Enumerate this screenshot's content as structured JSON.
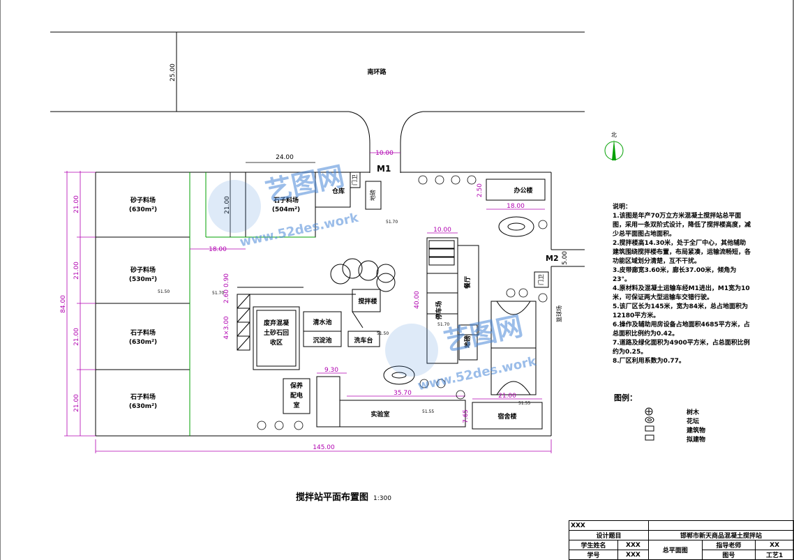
{
  "drawing": {
    "road_name": "南环路",
    "road_width": "25.00",
    "gate_width": "10.00",
    "gate1": "M1",
    "gate2": "M2",
    "gate2_width": "5.00",
    "site_length": "145.00",
    "site_depth": "84.00",
    "title": "搅拌站平面布置图",
    "scale": "1:300",
    "north": "北"
  },
  "yards": [
    {
      "name": "砂子料场",
      "area": "(630m²)",
      "dim": "21.00"
    },
    {
      "name": "砂子料场",
      "area": "(530m²)",
      "dim": "21.00"
    },
    {
      "name": "石子料场",
      "area": "(630m²)",
      "dim": "21.00"
    },
    {
      "name": "石子料场",
      "area": "(630m²)",
      "dim": "21.00"
    }
  ],
  "buildings": {
    "stone_yard": "石子料场",
    "stone_yard_area": "(504m²)",
    "stone_yard_width": "24.00",
    "stone_yard_depth": "21.00",
    "stone_yard_offset": "18.00",
    "warehouse": "仓库",
    "guard1": "门卫",
    "weigh": "地磅",
    "office": "办公楼",
    "office_width": "18.00",
    "office_depth": "2.50",
    "mixer": "搅拌楼",
    "parking": "停车场",
    "parking_width": "10.00",
    "parking_depth": "40.00",
    "canteen": "餐厅",
    "weigh2": "地磅",
    "guard2": "门卫",
    "court": "篮球场",
    "clear_pool": "清水池",
    "sediment": "沉淀池",
    "wash": "洗车台",
    "recycle": "废弃混凝土砂石回收区",
    "recycle_dim": "4×3.00",
    "lab": "实验室",
    "lab_width": "9.30",
    "lab_length": "35.70",
    "dorm": "宿舍楼",
    "dorm_width": "21.00",
    "dorm_depth": "7.65",
    "boiler": "保养配电室",
    "dim_260": "2.60",
    "dim_090": "0.90"
  },
  "elevations": [
    "51.70",
    "51.50",
    "51.70",
    "51.70",
    "51.50",
    "51.55",
    "51.55"
  ],
  "notes": {
    "heading": "说明：",
    "items": [
      "1.该图是年产70万立方米混凝土搅拌站总平面图，采用一条双阶式设计，降低了搅拌楼高度，减少总平面图占地面积。",
      "2.搅拌楼高14.30米，处于全厂中心，其他辅助建筑围绕搅拌楼布置，布局紧凑，运输流畅短，各功能区域划分清楚，互不干扰。",
      "3.皮带廊宽3.60米，廊长37.00米，倾角为23°。",
      "4.原材料及混凝土运输车经M1进出，M1宽为10米，可保证两大型运输车交错行驶。",
      "5.该厂区长为145米，宽为84米，总占地面积为12180平方米。",
      "6.操作及辅助用房设备占地面积4685平方米，占总面积比例约为0.42。",
      "7.道路及绿化面积为4900平方米，占总面积比例约为0.25。",
      "8.厂区利用系数为0.77。"
    ]
  },
  "legend": {
    "title": "图例：",
    "items": [
      {
        "symbol": "tree-icon",
        "name": "树木"
      },
      {
        "symbol": "flowerbed-icon",
        "name": "花坛"
      },
      {
        "symbol": "building-icon",
        "name": "建筑物"
      },
      {
        "symbol": "planned-building-icon",
        "name": "拟建物"
      }
    ]
  },
  "titleblock": {
    "top": "XXX",
    "design_subject": "设计题目",
    "project": "邯郸市新天商品混凝土搅拌站",
    "student_name_label": "学生姓名",
    "student_name": "XXX",
    "drawing_name": "总平面图",
    "advisor_label": "指导老师",
    "advisor": "XX",
    "student_id_label": "学号",
    "student_id": "XXX",
    "sheet_label": "图号",
    "sheet": "工艺1"
  },
  "watermark": {
    "brand": "艺图网",
    "url": "www.52des.work"
  },
  "colors": {
    "dimension": "#b000b0",
    "green_line": "#00a000",
    "leader": "#d4c000",
    "watermark": "#4a88d8"
  }
}
